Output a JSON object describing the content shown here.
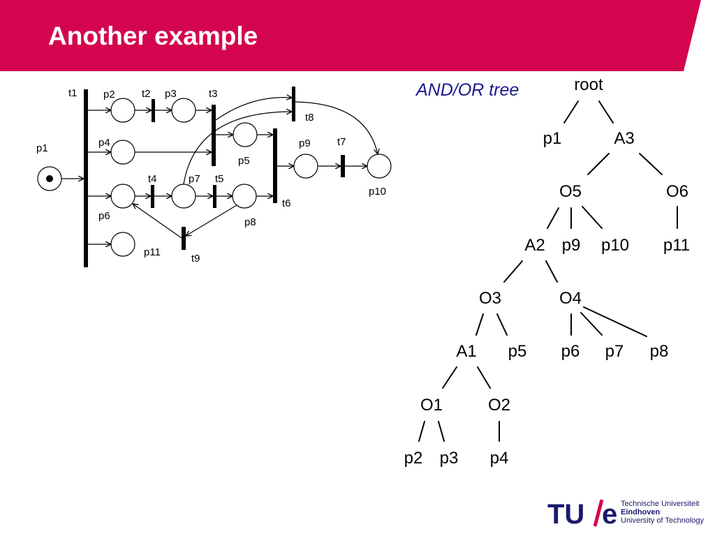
{
  "slide": {
    "title": "Another example",
    "header_color": "#d4054f"
  },
  "tree": {
    "heading": "AND/OR tree",
    "nodes": [
      "root",
      "p1",
      "A3",
      "O5",
      "O6",
      "A2",
      "p9",
      "p10",
      "p11",
      "O3",
      "O4",
      "A1",
      "p5",
      "p6",
      "p7",
      "p8",
      "O1",
      "O2",
      "p2",
      "p3",
      "p4"
    ]
  },
  "petri_net": {
    "places": [
      "p1",
      "p2",
      "p3",
      "p4",
      "p5",
      "p6",
      "p7",
      "p8",
      "p9",
      "p10",
      "p11"
    ],
    "transitions": [
      "t1",
      "t2",
      "t3",
      "t4",
      "t5",
      "t6",
      "t7",
      "t8",
      "t9"
    ]
  },
  "logo": {
    "mark": "TU/e",
    "line1": "Technische Universiteit",
    "line2": "Eindhoven",
    "line3": "University of Technology",
    "colors": {
      "navy": "#1a1a6e",
      "red": "#d4054f"
    }
  }
}
